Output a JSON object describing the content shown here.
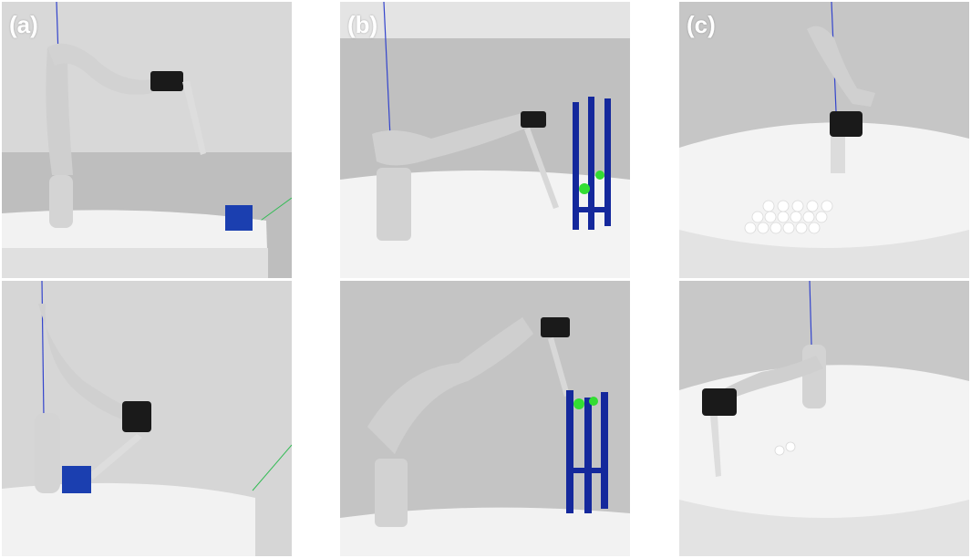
{
  "figure": {
    "panels": [
      {
        "label": "(a)"
      },
      {
        "label": "(b)"
      },
      {
        "label": "(c)"
      }
    ]
  },
  "colors": {
    "sky": "#d9d9d9",
    "ground": "#bdbdbd",
    "table": "#f3f3f3",
    "robot": "#d6d6d6",
    "gripper": "#1a1a1a",
    "cube": "#1b3fb0",
    "rack": "#14289c",
    "ball": "#33dd33",
    "axis_z": "#3344cc",
    "axis_y": "#33bb55"
  }
}
